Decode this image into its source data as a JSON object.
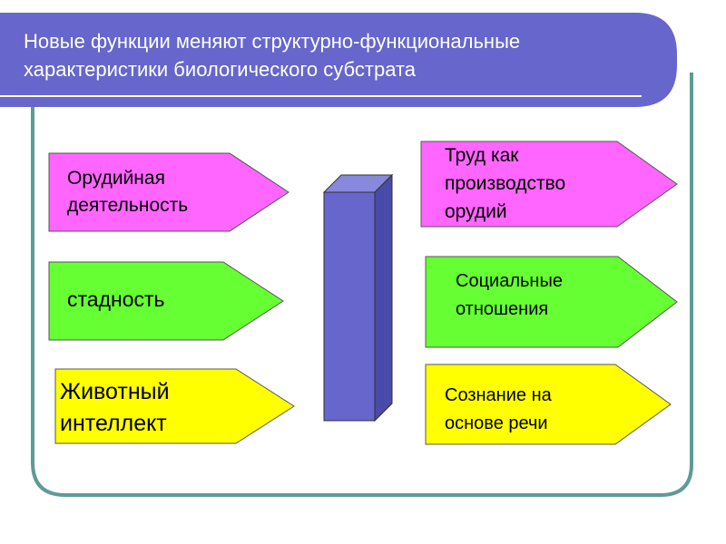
{
  "title": {
    "line1": "Новые функции меняют структурно-функциональные",
    "line2": "характеристики биологического субстрата"
  },
  "colors": {
    "title_bar": "#6666cc",
    "frame_border": "#5f9a96",
    "magenta": "#ff66ff",
    "green": "#66ff33",
    "yellow": "#ffff00",
    "pillar_front": "#6666cc",
    "pillar_top": "#8888dd",
    "pillar_side": "#4a4aa8"
  },
  "left_arrows": [
    {
      "lines": [
        "Орудийная",
        "деятельность"
      ],
      "color": "magenta"
    },
    {
      "lines": [
        "стадность"
      ],
      "color": "green"
    },
    {
      "lines": [
        "Животный",
        "интеллект"
      ],
      "color": "yellow"
    }
  ],
  "right_arrows": [
    {
      "lines": [
        "Труд как",
        "производство",
        "орудий"
      ],
      "color": "magenta"
    },
    {
      "lines": [
        "Социальные",
        "отношения"
      ],
      "color": "green"
    },
    {
      "lines": [
        "Сознание на",
        "основе речи"
      ],
      "color": "yellow"
    }
  ]
}
